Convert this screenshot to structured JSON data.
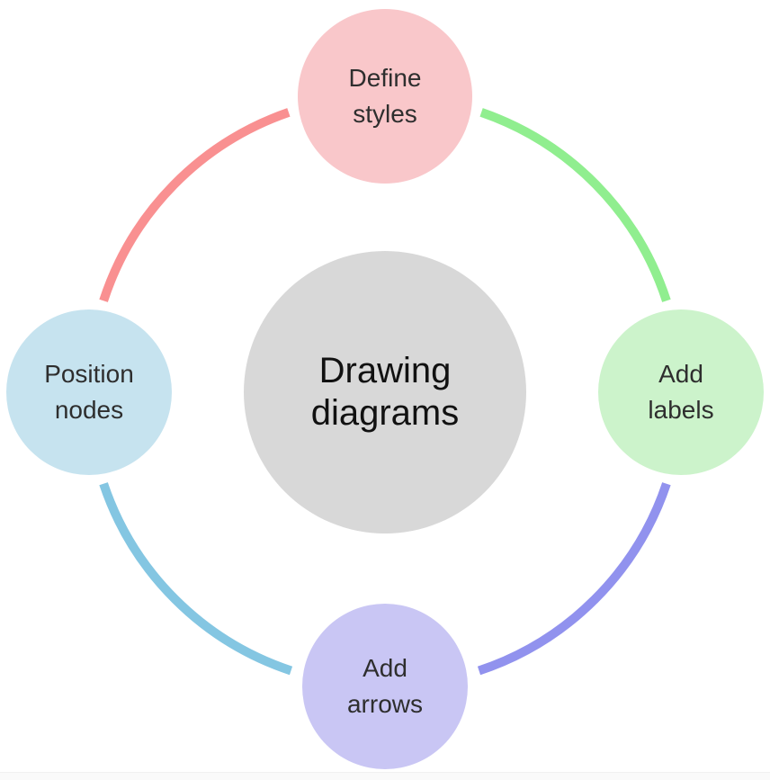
{
  "diagram": {
    "center_node": {
      "label": "Drawing\ndiagrams",
      "fill": "#d8d8d8",
      "text_color": "#111111"
    },
    "nodes": [
      {
        "id": "define-styles",
        "label": "Define\nstyles",
        "fill": "#f9c7ca",
        "position": "top"
      },
      {
        "id": "add-labels",
        "label": "Add\nlabels",
        "fill": "#ccf3cb",
        "position": "right"
      },
      {
        "id": "add-arrows",
        "label": "Add\narrows",
        "fill": "#c9c6f4",
        "position": "bottom"
      },
      {
        "id": "position-nodes",
        "label": "Position\nnodes",
        "fill": "#c6e3ef",
        "position": "left"
      }
    ],
    "connectors": [
      {
        "from": "position-nodes",
        "to": "define-styles",
        "color": "#f99091",
        "quadrant": "top-left"
      },
      {
        "from": "define-styles",
        "to": "add-labels",
        "color": "#90ee8f",
        "quadrant": "top-right"
      },
      {
        "from": "add-labels",
        "to": "add-arrows",
        "color": "#9192ee",
        "quadrant": "bottom-right"
      },
      {
        "from": "add-arrows",
        "to": "position-nodes",
        "color": "#84c6e2",
        "quadrant": "bottom-left"
      }
    ]
  }
}
